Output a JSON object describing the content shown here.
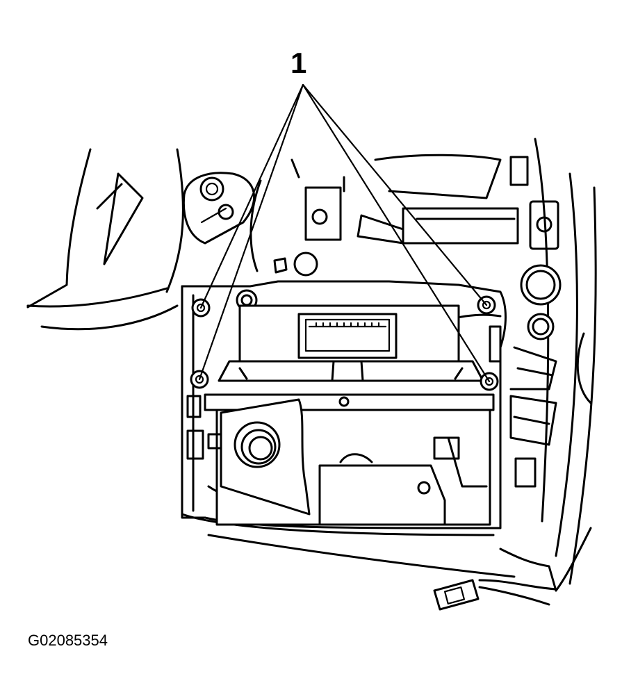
{
  "diagram": {
    "callout_label": "1",
    "figure_id": "G02085354",
    "callout_targets": [
      "upper-left-screw",
      "lower-left-screw",
      "upper-right-screw",
      "lower-right-screw"
    ],
    "colors": {
      "line": "#000000",
      "background": "#ffffff"
    }
  }
}
